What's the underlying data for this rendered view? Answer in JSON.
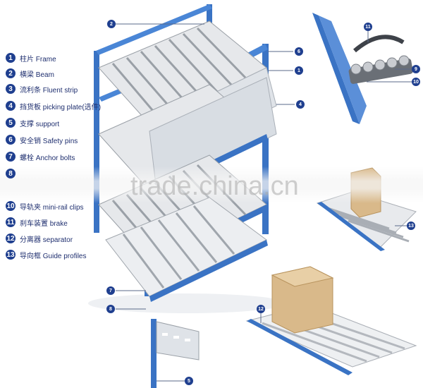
{
  "legend": [
    {
      "num": "1",
      "text": "柱片 Frame"
    },
    {
      "num": "2",
      "text": "横梁 Beam"
    },
    {
      "num": "3",
      "text": "流利条 Fluent strip"
    },
    {
      "num": "4",
      "text": "挡货板 picking plate(选件)"
    },
    {
      "num": "5",
      "text": "支撑 support"
    },
    {
      "num": "6",
      "text": "安全销 Safety pins"
    },
    {
      "num": "7",
      "text": "螺栓 Anchor bolts"
    },
    {
      "num": "8",
      "text": ""
    },
    {
      "num": "10",
      "text": "导轨夹 mini-rail clips"
    },
    {
      "num": "11",
      "text": "刹车装置 brake"
    },
    {
      "num": "12",
      "text": "分离器 separator"
    },
    {
      "num": "13",
      "text": "导向框 Guide profiles"
    }
  ],
  "callouts": {
    "c2": "2",
    "c6": "6",
    "c1": "1",
    "c4": "4",
    "c7": "7",
    "c8": "8",
    "c11": "11",
    "c9": "9",
    "c10": "10",
    "c13": "13",
    "c12": "12",
    "c5": "5"
  },
  "watermark": "trade.china.cn",
  "colors": {
    "frame_blue": "#3a73c4",
    "roller_grey": "#b8bcc2",
    "box_tan": "#d9b98a",
    "badge": "#1f3f8f"
  }
}
